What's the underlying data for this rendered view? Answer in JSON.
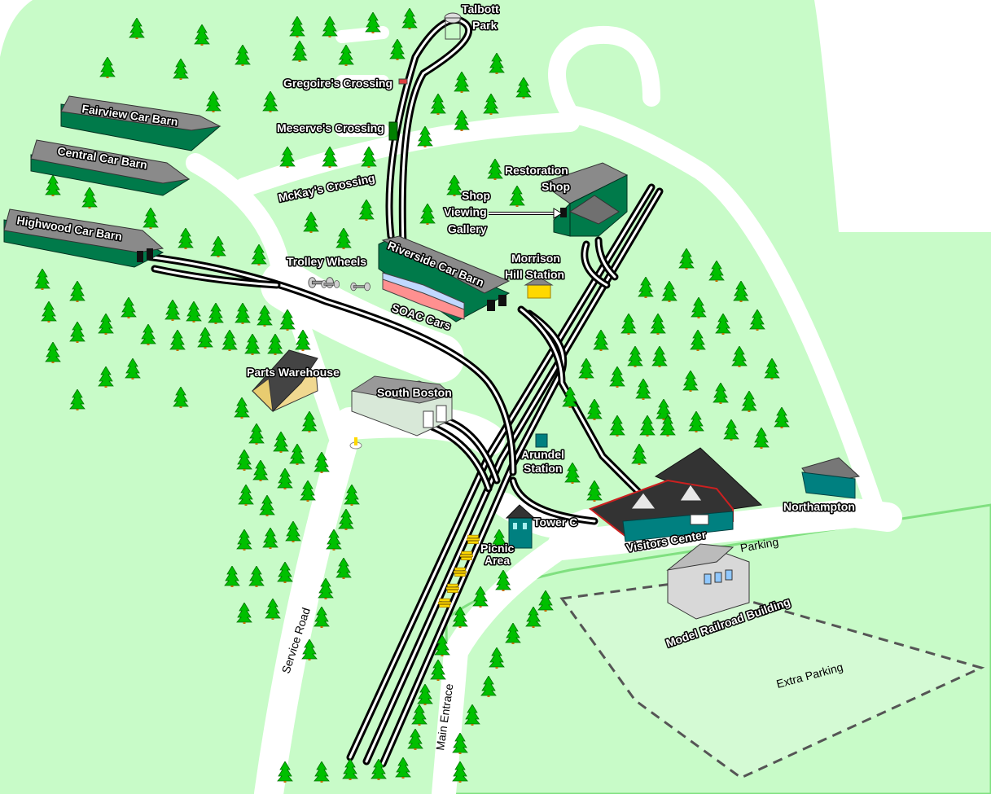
{
  "map": {
    "colors": {
      "grass": "#c8fbc8",
      "road": "#ffffff",
      "tree": "#00c000",
      "tree_trunk": "#c07000",
      "barn_green": "#007a4a",
      "barn_roof": "#777777",
      "teal": "#008080",
      "boundary": "#80e080"
    },
    "labels": {
      "talbott_park_1": "Talbott",
      "talbott_park_2": "Park",
      "gregoires_crossing": "Gregoire's Crossing",
      "meserves_crossing": "Meserve's Crossing",
      "mckays_crossing": "McKay's Crossing",
      "fairview_car_barn": "Fairview Car Barn",
      "central_car_barn": "Central Car Barn",
      "highwood_car_barn": "Highwood Car Barn",
      "restoration_shop_1": "Restoration",
      "restoration_shop_2": "Shop",
      "shop_viewing_gallery_1": "Shop",
      "shop_viewing_gallery_2": "Viewing",
      "shop_viewing_gallery_3": "Gallery",
      "trolley_wheels": "Trolley Wheels",
      "riverside_car_barn": "Riverside Car Barn",
      "morrison_hill_station_1": "Morrison",
      "morrison_hill_station_2": "Hill Station",
      "soac_cars": "SOAC Cars",
      "parts_warehouse": "Parts Warehouse",
      "south_boston": "South Boston",
      "arundel_station_1": "Arundel",
      "arundel_station_2": "Station",
      "tower_c": "Tower C",
      "picnic_area_1": "Picnic",
      "picnic_area_2": "Area",
      "visitors_center": "Visitors Center",
      "northampton": "Northampton",
      "parking": "Parking",
      "model_railroad_building": "Model Railroad Building",
      "extra_parking": "Extra Parking",
      "service_road": "Service Road",
      "main_entrace": "Main Entrace"
    }
  }
}
